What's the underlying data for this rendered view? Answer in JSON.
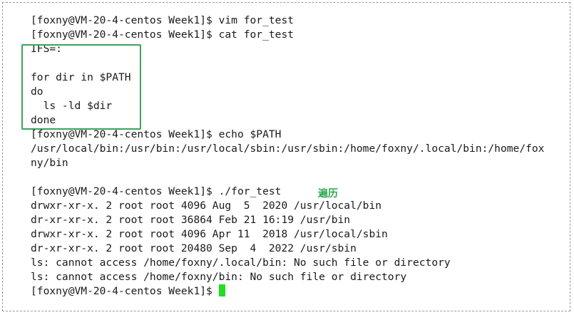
{
  "terminal": {
    "lines": [
      "[foxny@VM-20-4-centos Week1]$ vim for_test",
      "[foxny@VM-20-4-centos Week1]$ cat for_test",
      "IFS=:",
      "",
      "for dir in $PATH",
      "do",
      "  ls -ld $dir",
      "done",
      "[foxny@VM-20-4-centos Week1]$ echo $PATH",
      "/usr/local/bin:/usr/bin:/usr/local/sbin:/usr/sbin:/home/foxny/.local/bin:/home/fox",
      "ny/bin",
      "",
      "[foxny@VM-20-4-centos Week1]$ ./for_test",
      "drwxr-xr-x. 2 root root 4096 Aug  5  2020 /usr/local/bin",
      "dr-xr-xr-x. 2 root root 36864 Feb 21 16:19 /usr/bin",
      "drwxr-xr-x. 2 root root 4096 Apr 11  2018 /usr/local/sbin",
      "dr-xr-xr-x. 2 root root 20480 Sep  4  2022 /usr/sbin",
      "ls: cannot access /home/foxny/.local/bin: No such file or directory",
      "ls: cannot access /home/foxny/bin: No such file or directory"
    ],
    "prompt": "[foxny@VM-20-4-centos Week1]$"
  },
  "annotation": {
    "text": "遍历"
  },
  "colors": {
    "text": "#1a1a1a",
    "highlight_border": "#3aa35a",
    "annotation": "#2ea84f",
    "cursor": "#22dd22",
    "frame_border": "#9a9a9a"
  }
}
